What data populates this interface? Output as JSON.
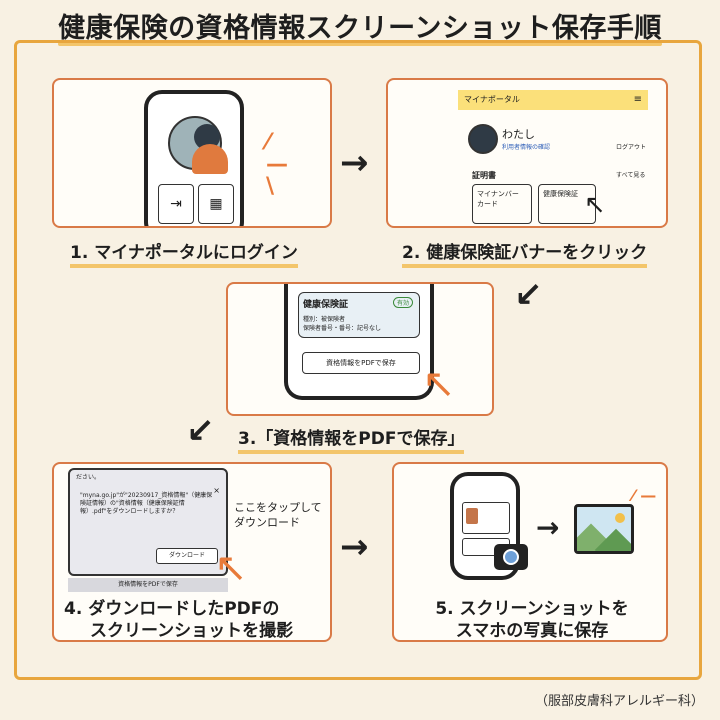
{
  "title": "健康保険の資格情報スクリーンショット保存手順",
  "steps": [
    {
      "label": "1. マイナポータルにログイン"
    },
    {
      "label": "2. 健康保険証バナーをクリック"
    },
    {
      "label": "3.「資格情報をPDFで保存」"
    },
    {
      "label_line1": "4. ダウンロードしたPDFの",
      "label_line2": "スクリーンショットを撮影"
    },
    {
      "label_line1": "5. スクリーンショットを",
      "label_line2": "スマホの写真に保存"
    }
  ],
  "step2_screen": {
    "app_name": "マイナポータル",
    "menu_label": "メニュー",
    "user_name": "わたし",
    "user_link": "利用者情報の確認",
    "user_action": "ログアウト",
    "section_title": "証明書",
    "see_all": "すべて見る",
    "card1": "マイナンバー\nカード",
    "card2": "健康保険証"
  },
  "step3_screen": {
    "card_title": "健康保険証",
    "badge": "有効",
    "line1": "種別：被保険者",
    "line2": "保険者番号・番号：記号なし",
    "button": "資格情報をPDFで保存"
  },
  "step4_screen": {
    "top_text": "ださい。",
    "dialog_text": "\"myna.go.jp\"が\"20230917_資格情報\"（健康保険証情報）の\"資格情報（健康保険証情報）.pdf\"をダウンロードしますか？",
    "download_button": "ダウンロード",
    "bottom_button": "資格情報をPDFで保存",
    "hint": "ここをタップして\nダウンロード"
  },
  "credit": "（服部皮膚科アレルギー科）",
  "colors": {
    "accent": "#d97a47",
    "highlight": "#f3c56a",
    "frame": "#e8a63e",
    "pointer": "#e87a3a"
  }
}
